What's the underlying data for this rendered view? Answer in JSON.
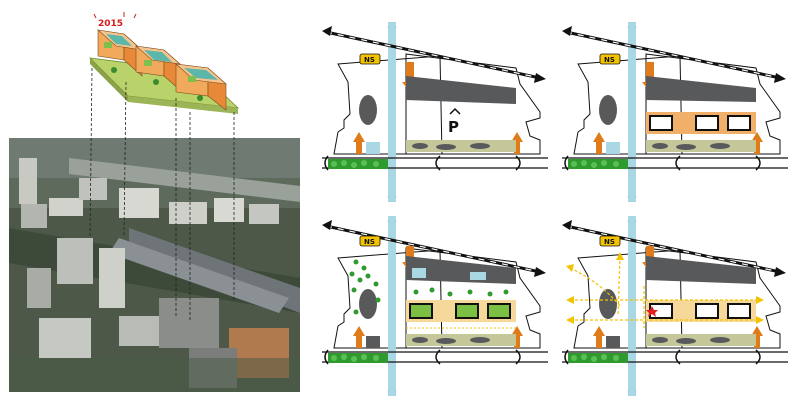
{
  "colors": {
    "river": "#a9d8e4",
    "rail": "#111111",
    "station_badge": "#f3c300",
    "arrow": "#e07b1a",
    "park": "#2f9a2f",
    "building": "#58595b",
    "strip": "#c3c79a",
    "plinth": "#f1b06a",
    "green_roof": "#7bc043",
    "route": "#f3c300",
    "star": "#e41e1e"
  },
  "iso_model": {
    "year_label": "2015"
  },
  "panels": [
    {
      "station_label": "NS",
      "parking_label": "P"
    },
    {
      "station_label": "NS"
    },
    {
      "station_label": "NS"
    },
    {
      "station_label": "NS"
    }
  ]
}
